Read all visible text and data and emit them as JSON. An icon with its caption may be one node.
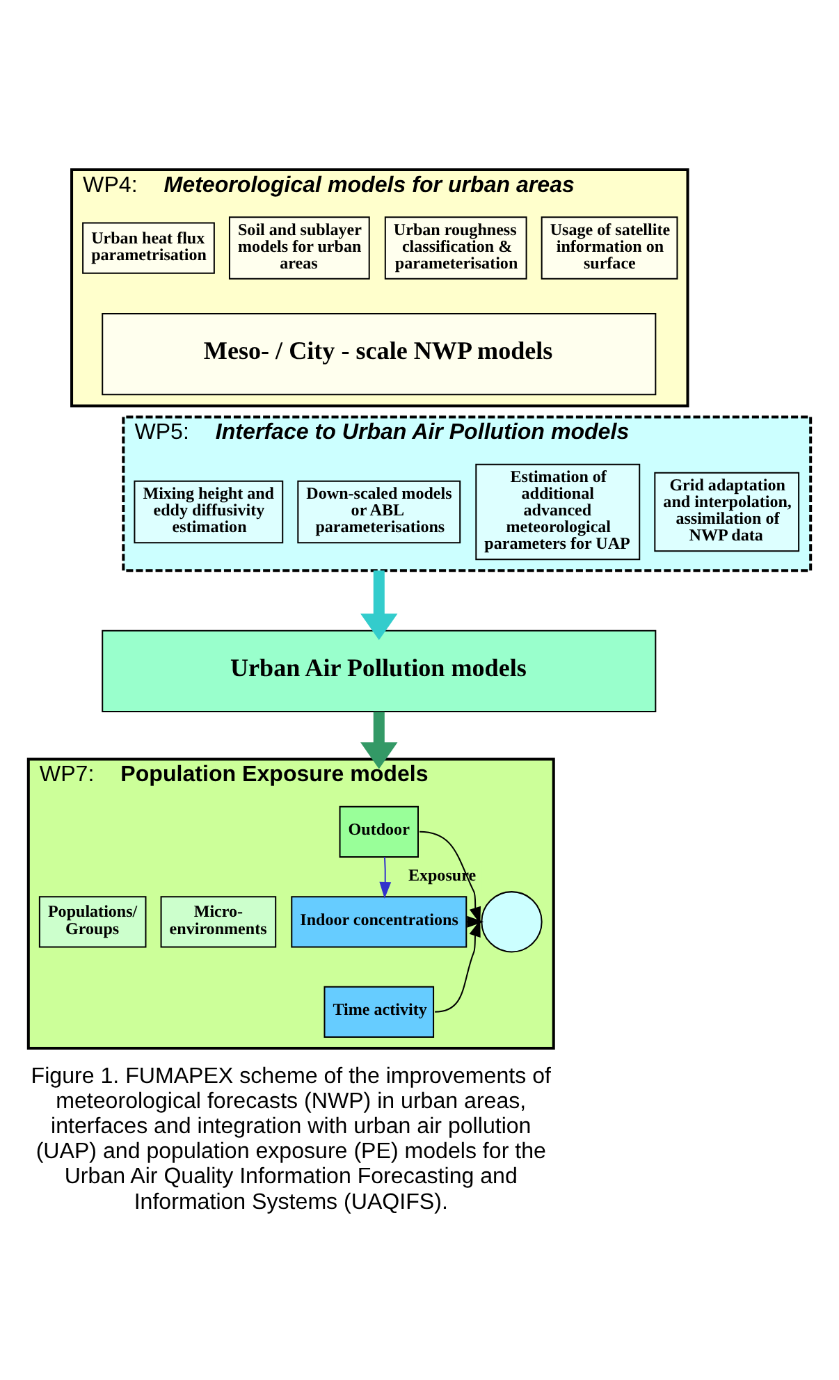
{
  "diagram": {
    "caption": "Figure 1. FUMAPEX scheme of the improvements of meteorological forecasts (NWP) in urban areas, interfaces and integration with urban air pollution (UAP) and population exposure (PE) models for the Urban Air Quality Information Forecasting and Information Systems (UAQIFS).",
    "nodes": [
      {
        "text": [
          "WP4:",
          "Meteorological models for urban areas"
        ]
      },
      {
        "text": [
          "Urban heat flux parametrisation"
        ],
        "in": 0
      },
      {
        "text": [
          "Soil and sublayer models for urban areas"
        ],
        "in": 0
      },
      {
        "text": [
          "Urban roughness classification & parameterisation"
        ],
        "in": 0
      },
      {
        "text": [
          "Usage of satellite information on surface"
        ],
        "in": 0
      },
      {
        "text": [
          "Meso- / City - scale NWP models"
        ],
        "in": 0
      },
      {
        "text": [
          "WP5:",
          "Interface to Urban Air Pollution models"
        ]
      },
      {
        "text": [
          "Mixing height and eddy diffusivity estimation"
        ],
        "in": 6
      },
      {
        "text": [
          "Down-scaled models or ABL parameterisations"
        ],
        "in": 6
      },
      {
        "text": [
          "Estimation of additional advanced meteorological parameters for UAP"
        ],
        "in": 6
      },
      {
        "text": [
          "Grid adaptation and interpolation, assimilation of NWP data"
        ],
        "in": 6
      },
      {
        "text": [
          "Urban Air Pollution models"
        ]
      },
      {
        "text": [
          "WP7:",
          "Population Exposure models"
        ]
      },
      {
        "text": [
          "Populations/ Groups"
        ],
        "in": 12
      },
      {
        "text": [
          "Micro- environments"
        ],
        "in": 12
      },
      {
        "text": [
          "Outdoor"
        ],
        "in": 12
      },
      {
        "text": [
          "Indoor concentrations"
        ],
        "in": 12
      },
      {
        "text": [
          "Time activity"
        ],
        "in": 12
      },
      {
        "text": [],
        "shape": "circle",
        "in": 12,
        "beside": [
          "Exposure"
        ]
      }
    ],
    "edges": [
      {
        "from": 6,
        "to": 11,
        "arrow": "to",
        "style": "thick",
        "color": "#33cccc"
      },
      {
        "from": 11,
        "to": 12,
        "arrow": "to",
        "style": "thick",
        "color": "#339966"
      },
      {
        "from": 15,
        "to": 16,
        "arrow": "to",
        "color": "#3333cc"
      },
      {
        "from": 15,
        "to": 18,
        "arrow": "to"
      },
      {
        "from": 16,
        "to": 18,
        "arrow": "to"
      },
      {
        "from": 17,
        "to": 18,
        "arrow": "to"
      }
    ]
  }
}
